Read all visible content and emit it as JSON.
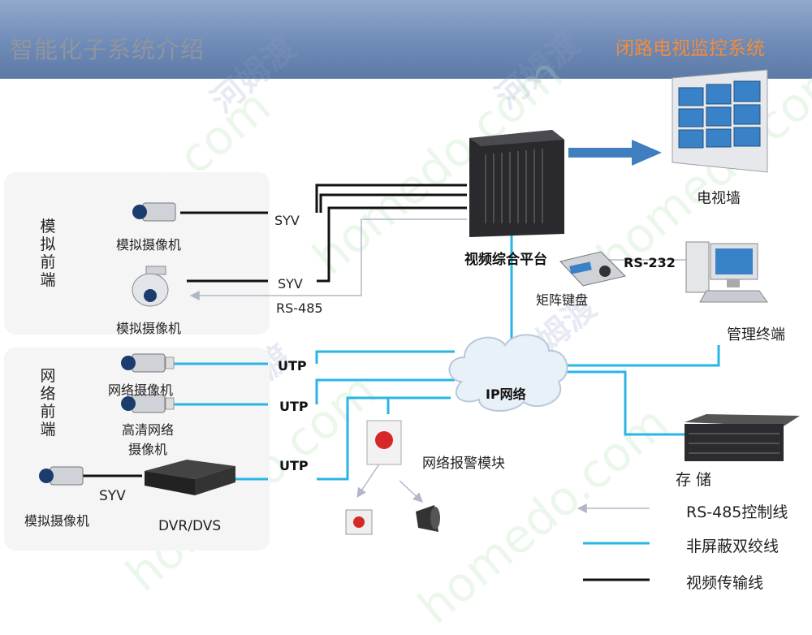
{
  "header": {
    "title": "智能化子系统介绍",
    "subtitle": "闭路电视监控系统"
  },
  "watermark": {
    "text": "homedo.com",
    "text_cn": "河姆渡"
  },
  "groups": {
    "analog": "模拟前端",
    "network": "网络前端"
  },
  "devices": {
    "analog_cam_1": "模拟摄像机",
    "analog_cam_2": "模拟摄像机",
    "net_cam": "网络摄像机",
    "hd_cam": "高清网络摄像机",
    "analog_cam_3": "模拟摄像机",
    "dvr": "DVR/DVS",
    "platform": "视频综合平台",
    "keyboard": "矩阵键盘",
    "video_wall": "电视墙",
    "terminal": "管理终端",
    "storage": "存 储",
    "ip_network": "IP网络",
    "alarm_module": "网络报警模块"
  },
  "links": {
    "syv_1": "SYV",
    "syv_2": "SYV",
    "rs485": "RS-485",
    "utp_1": "UTP",
    "utp_2": "UTP",
    "utp_3": "UTP",
    "syv_3": "SYV",
    "rs232": "RS-232"
  },
  "legend": [
    {
      "label": "RS-485控制线",
      "color": "#b0b8c8"
    },
    {
      "label": "非屏蔽双绞线",
      "color": "#29b6e6"
    },
    {
      "label": "视频传输线",
      "color": "#111111"
    }
  ],
  "colors": {
    "utp": "#29b6e6",
    "video": "#111111",
    "control": "#b0b8c8",
    "arrow": "#3f7fc0"
  }
}
